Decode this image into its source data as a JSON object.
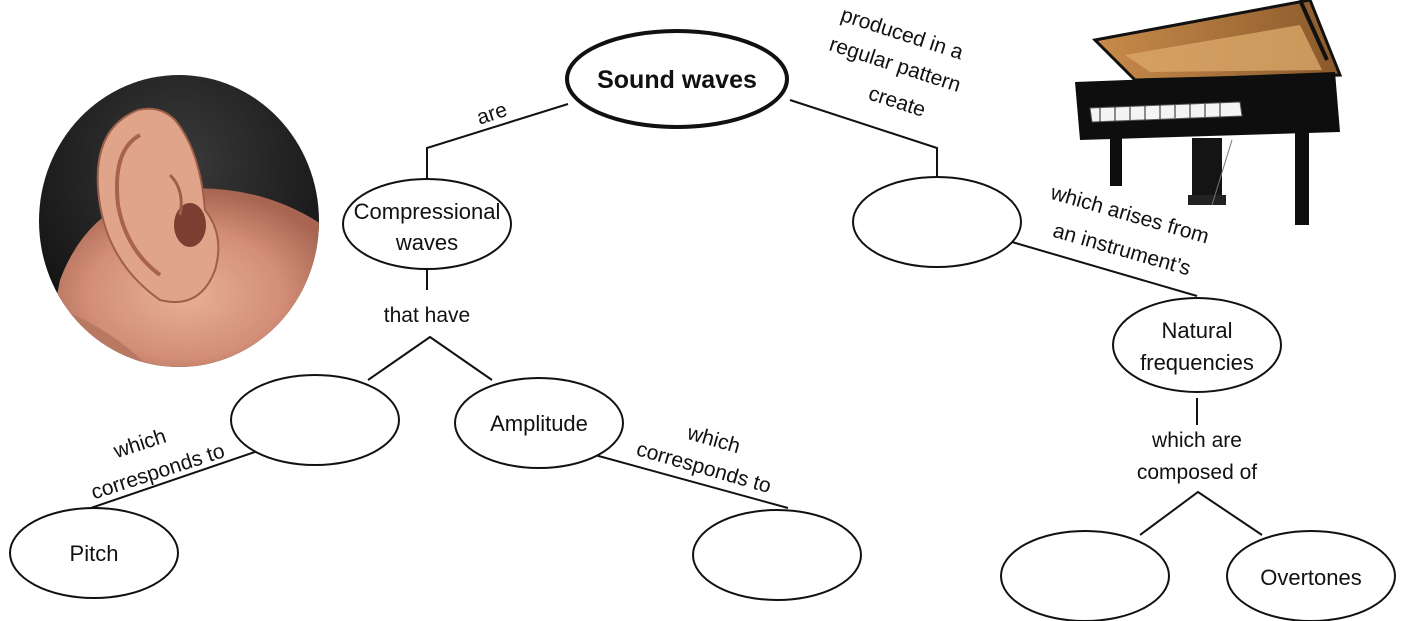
{
  "nodes": {
    "sound_waves": "Sound waves",
    "compressional_1": "Compressional",
    "compressional_2": "waves",
    "amplitude": "Amplitude",
    "pitch": "Pitch",
    "natural_1": "Natural",
    "natural_2": "frequencies",
    "overtones": "Overtones"
  },
  "links": {
    "are": "are",
    "produced_1": "produced in a",
    "produced_2": "regular pattern",
    "produced_3": "create",
    "that_have": "that have",
    "which_corr_left_1": "which",
    "which_corr_left_2": "corresponds to",
    "which_corr_right_1": "which",
    "which_corr_right_2": "corresponds to",
    "which_arises_1": "which arises from",
    "which_arises_2": "an instrument’s",
    "which_are_1": "which are",
    "which_are_2": "composed of"
  },
  "images": {
    "left": "ear-photo",
    "right": "grand-piano-photo"
  }
}
